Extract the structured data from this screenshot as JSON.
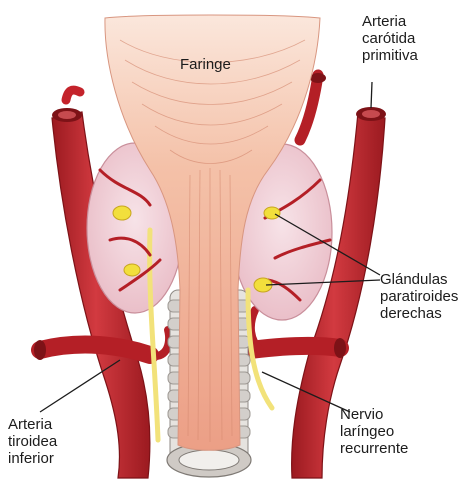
{
  "labels": {
    "pharynx": "Faringe",
    "carotid": [
      "Arteria",
      "carótida",
      "primitiva"
    ],
    "parathyroid": [
      "Glándulas",
      "paratiroides",
      "derechas"
    ],
    "thyroid_artery": [
      "Arteria",
      "tiroidea",
      "inferior"
    ],
    "nerve": [
      "Nervio",
      "laríngeo",
      "recurrente"
    ]
  },
  "colors": {
    "artery": "#c4232b",
    "artery_dark": "#8f161c",
    "thyroid_lobe": "#f2cfd6",
    "pharynx": "#f0b49a",
    "gland": "#f2df3c",
    "nerve": "#f2e27a",
    "trachea": "#d9d9d9"
  }
}
